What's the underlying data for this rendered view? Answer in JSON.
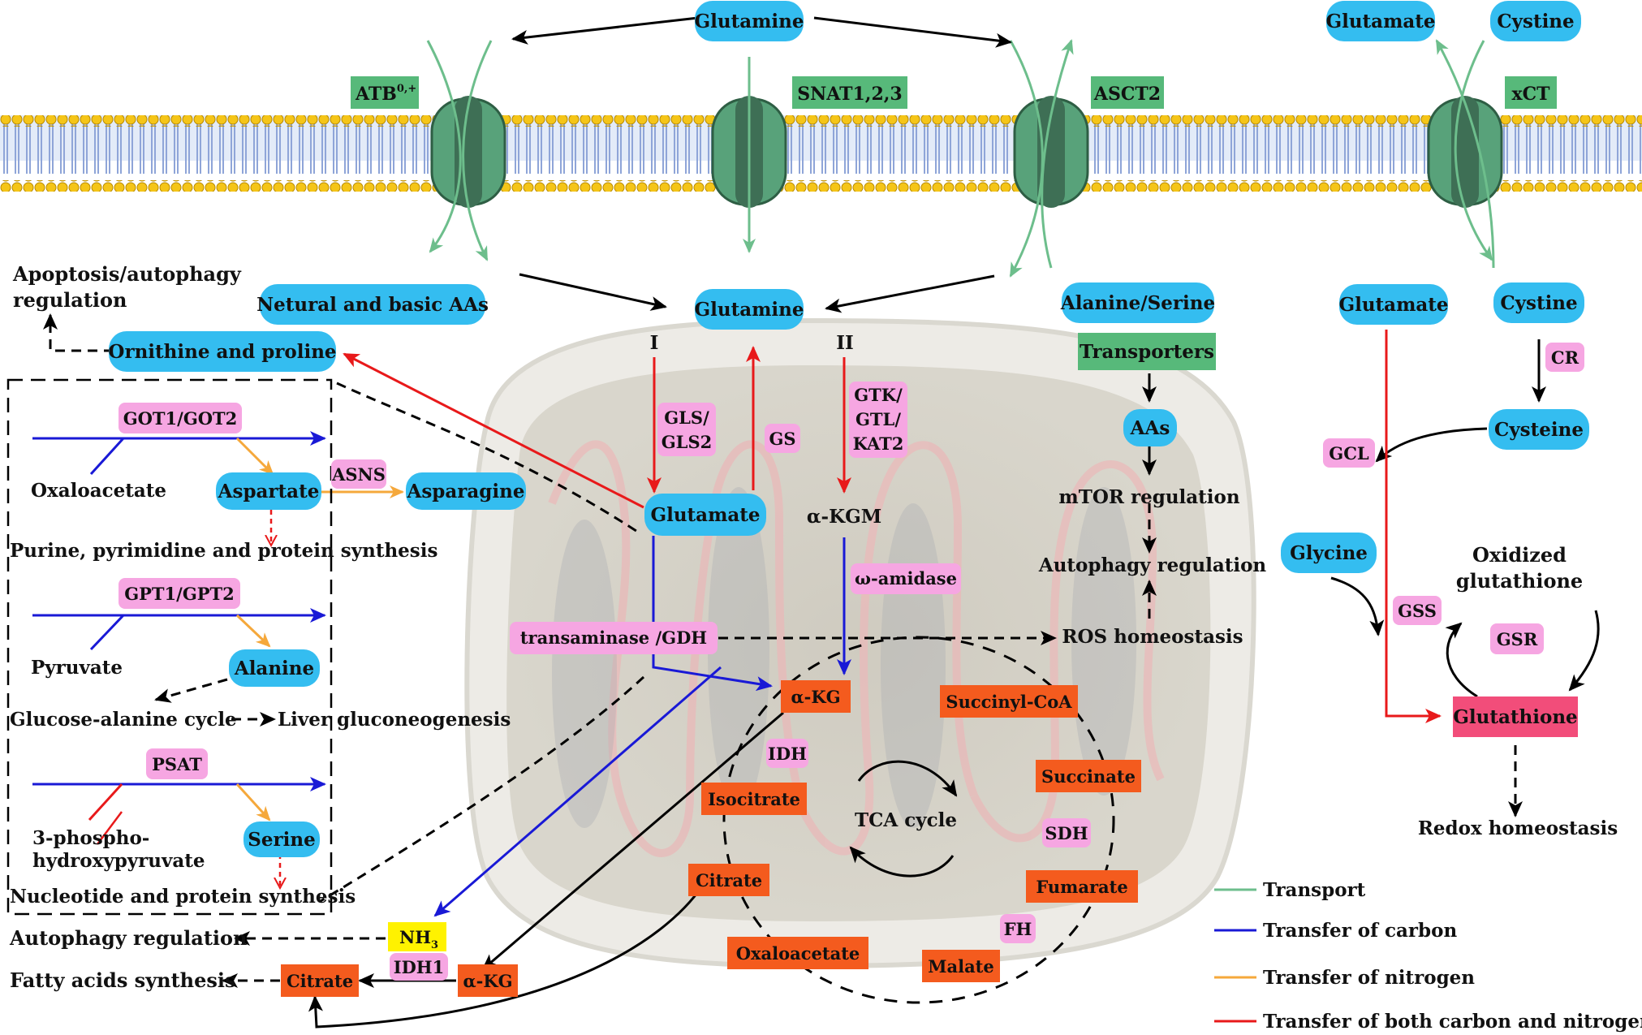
{
  "colors": {
    "blue_node": "#34BDF0",
    "pink_enzyme": "#F6A6E2",
    "green_label": "#57B97A",
    "orange_node": "#F45B1E",
    "yellow_node": "#FFF200",
    "crimson_node": "#F24D7A",
    "transport": "#6DBE8C",
    "carbon": "#1919D6",
    "nitrogen": "#F5A83B",
    "both": "#E8191A",
    "membrane_head": "#F5C518",
    "membrane_tail": "#9CB2E2",
    "transporter": "#5FB083"
  },
  "transporters": {
    "atb": "ATB",
    "atb_sup": "0,+",
    "snat": "SNAT1,2,3",
    "asct2": "ASCT2",
    "xct": "xCT"
  },
  "nodes": {
    "glutamine_top": "Glutamine",
    "glutamate_top": "Glutamate",
    "cystine_top": "Cystine",
    "netural_aas": "Netural and basic AAs",
    "glutamine_mid": "Glutamine",
    "alanine_serine": "Alanine/Serine",
    "glutamate_right": "Glutamate",
    "cystine_right": "Cystine",
    "cysteine": "Cysteine",
    "glycine": "Glycine",
    "aas": "AAs",
    "ornithine_proline": "Ornithine and proline",
    "glutamate_mito": "Glutamate",
    "aspartate": "Aspartate",
    "asparagine": "Asparagine",
    "alanine": "Alanine",
    "serine": "Serine"
  },
  "labels": {
    "transporters_box": "Transporters",
    "apoptosis": [
      "Apoptosis/autophagy",
      "regulation"
    ],
    "roman_one": "I",
    "roman_two": "II",
    "mtor": "mTOR regulation",
    "autophagy_reg": "Autophagy regulation",
    "ros": "ROS homeostasis",
    "akgm": "α-KGM",
    "tca": "TCA cycle",
    "oxidized": [
      "Oxidized",
      "glutathione"
    ],
    "redox": "Redox homeostasis",
    "oxaloacetate_left": "Oxaloacetate",
    "purine": "Purine, pyrimidine and protein synthesis",
    "pyruvate": "Pyruvate",
    "glucose_cycle": "Glucose-alanine cycle",
    "liver": "Liver gluconeogenesis",
    "phospho": [
      "3-phospho-",
      "hydroxypyruvate"
    ],
    "nucleotide": "Nucleotide and protein synthesis",
    "autophagy_left": "Autophagy regulation",
    "fatty": "Fatty acids synthesis"
  },
  "enzymes": {
    "gls": [
      "GLS/",
      "GLS2"
    ],
    "gs": "GS",
    "gtk": [
      "GTK/",
      "GTL/",
      "KAT2"
    ],
    "omega": "ω-amidase",
    "transaminase": "transaminase /GDH",
    "idh": "IDH",
    "sdh": "SDH",
    "fh": "FH",
    "idh1": "IDH1",
    "cr": "CR",
    "gcl": "GCL",
    "gss": "GSS",
    "gsr": "GSR",
    "got": "GOT1/GOT2",
    "asns": "ASNS",
    "gpt": "GPT1/GPT2",
    "psat": "PSAT"
  },
  "tca_nodes": {
    "akg": "α-KG",
    "succinyl": "Succinyl-CoA",
    "isocitrate": "Isocitrate",
    "succinate": "Succinate",
    "citrate": "Citrate",
    "fumarate": "Fumarate",
    "oxaloacetate": "Oxaloacetate",
    "malate": "Malate"
  },
  "cyto": {
    "nh3": "NH",
    "nh3_sub": "3",
    "akg2": "α-KG",
    "citrate2": "Citrate"
  },
  "glutathione": "Glutathione",
  "legend": [
    {
      "label": "Transport",
      "color": "#6DBE8C"
    },
    {
      "label": "Transfer of carbon",
      "color": "#1919D6"
    },
    {
      "label": "Transfer of nitrogen",
      "color": "#F5A83B"
    },
    {
      "label": "Transfer of both carbon and nitrogen",
      "color": "#E8191A"
    }
  ]
}
